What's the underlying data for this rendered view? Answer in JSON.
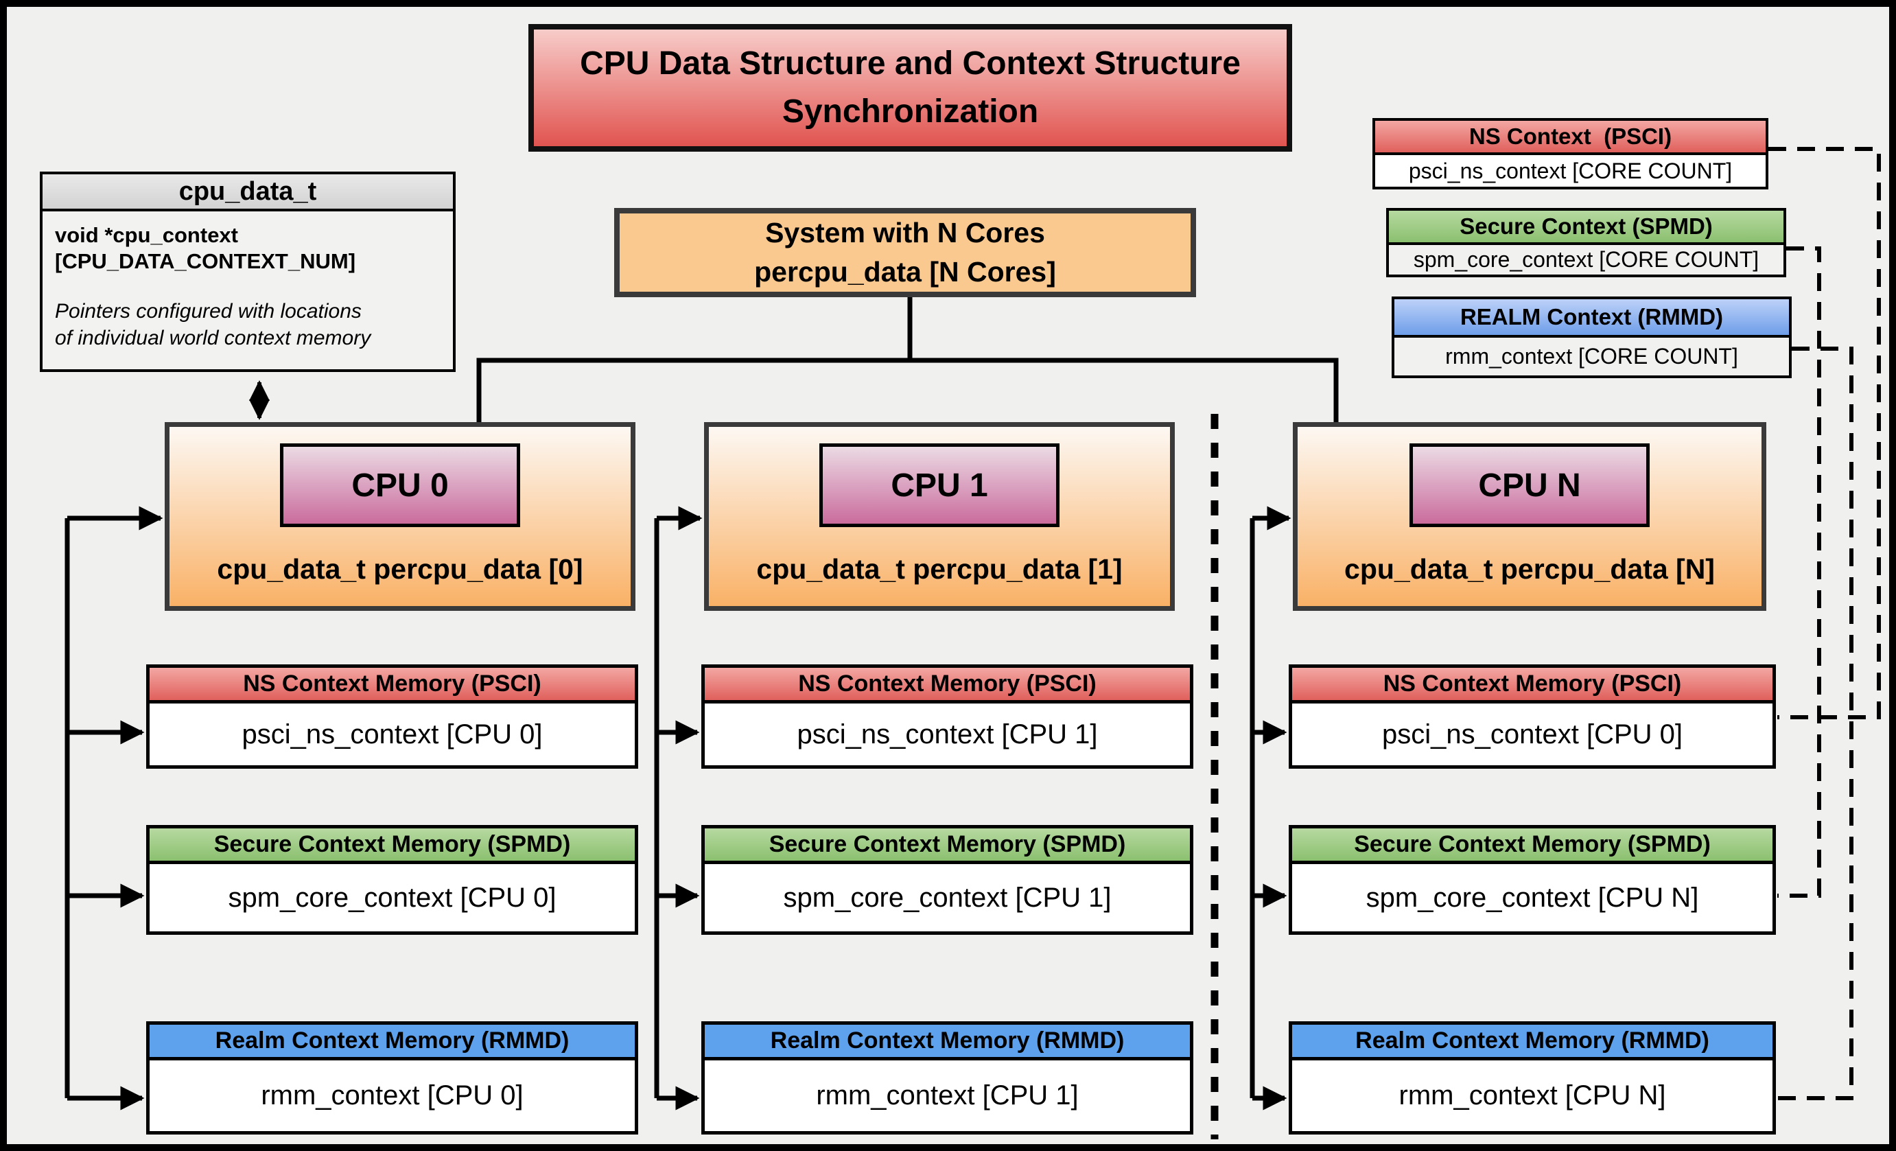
{
  "title": "CPU Data Structure and Context Structure Synchronization",
  "cpu_data_t": {
    "header": "cpu_data_t",
    "field_line1": "void  *cpu_context",
    "field_line2": "[CPU_DATA_CONTEXT_NUM]",
    "note_line1": "Pointers configured with locations",
    "note_line2": "of individual world context memory"
  },
  "system_box": {
    "line1": "System with N Cores",
    "line2": "percpu_data [N Cores]"
  },
  "legend": [
    {
      "header": "NS Context  (PSCI)",
      "body": "psci_ns_context [CORE COUNT]",
      "color": "#e0605c"
    },
    {
      "header": "Secure Context (SPMD)",
      "body": "spm_core_context [CORE COUNT]",
      "color": "#8bc06f"
    },
    {
      "header": "REALM Context (RMMD)",
      "body": "rmm_context [CORE COUNT]",
      "color": "#6e9ee9"
    }
  ],
  "columns": [
    {
      "cpu_label": "CPU 0",
      "data_label": "cpu_data_t percpu_data [0]",
      "ns_header": "NS Context Memory (PSCI)",
      "ns_body": "psci_ns_context [CPU 0]",
      "secure_header": "Secure Context Memory (SPMD)",
      "secure_body": "spm_core_context [CPU 0]",
      "realm_header": "Realm Context Memory (RMMD)",
      "realm_body": "rmm_context [CPU 0]"
    },
    {
      "cpu_label": "CPU 1",
      "data_label": "cpu_data_t percpu_data [1]",
      "ns_header": "NS Context Memory (PSCI)",
      "ns_body": "psci_ns_context [CPU 1]",
      "secure_header": "Secure Context Memory (SPMD)",
      "secure_body": "spm_core_context [CPU 1]",
      "realm_header": "Realm Context Memory (RMMD)",
      "realm_body": "rmm_context [CPU 1]"
    },
    {
      "cpu_label": "CPU N",
      "data_label": "cpu_data_t percpu_data [N]",
      "ns_header": "NS Context Memory (PSCI)",
      "ns_body": "psci_ns_context [CPU 0]",
      "secure_header": "Secure Context Memory (SPMD)",
      "secure_body": "spm_core_context [CPU N]",
      "realm_header": "Realm Context Memory (RMMD)",
      "realm_body": "rmm_context [CPU N]"
    }
  ],
  "colors": {
    "canvas-bg": "#f0f0ef",
    "frame": "#000000",
    "title-top": "#f7ccc9",
    "title-bottom": "#e15450",
    "struct-header-top": "#e9e9e9",
    "struct-header-bottom": "#d2d2d2",
    "struct-body": "#f2f2f1",
    "system-fill": "#fac98f",
    "cpu-top": "#fdf8f3",
    "cpu-bottom": "#f9b166",
    "badge-top": "#ebdae4",
    "badge-bottom": "#ca6c9d",
    "red-top": "#f3a7a3",
    "red-bottom": "#e0605c",
    "green-top": "#b6d9a0",
    "green-bottom": "#8bc06f",
    "blue-top": "#bdd1f8",
    "blue-bottom": "#6e9ee9",
    "realm-header": "#5ea1ec",
    "box-body": "#ffffff",
    "legend-body": "#f1f1f0",
    "border-dark": "#3a3a3a",
    "ink": "#000000"
  }
}
